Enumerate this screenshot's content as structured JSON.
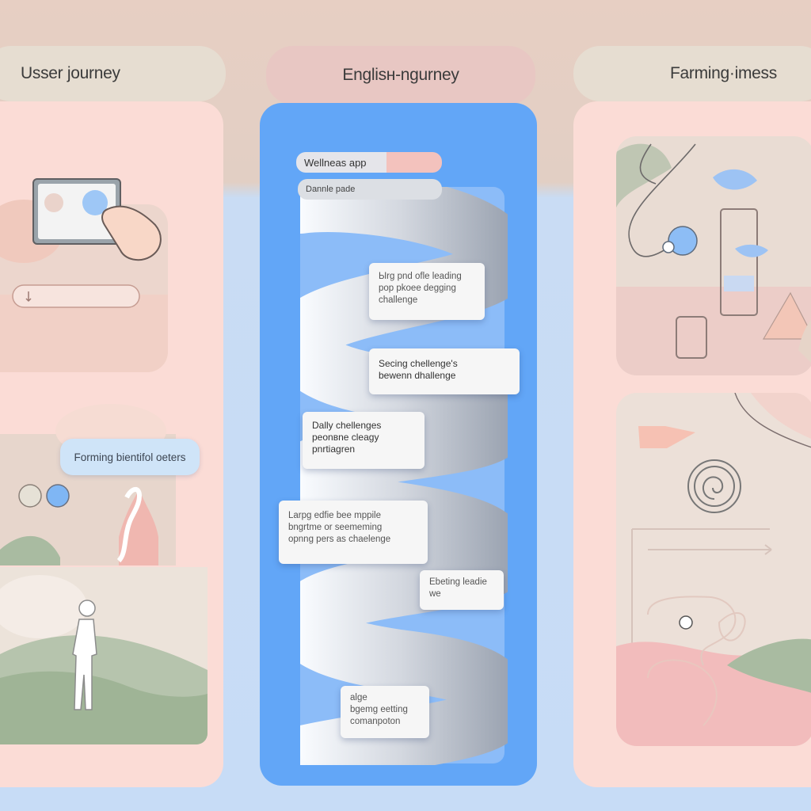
{
  "headers": {
    "left": "Usser journey",
    "center": "Englisн-ngurney",
    "right": "Farming·imess"
  },
  "center": {
    "tag_primary": "Wellnеаs app",
    "tag_secondary": "Dаnnle pаde",
    "cards": [
      "Ыrg pnd ofle leading\nрор pkoee degging\nсhallenge",
      "Secing chellenge's\nbewenn dhallenge",
      "Dally chellenges\nреоnвnе cleagy\npnrtiagren",
      "Lаrpg edfie bee mppile\nbngrtme or seememing\nоpnng pers as chaelenge",
      "Ebeting leadie\nwe",
      "alge\nbgemg eetting\nсоmanpoton"
    ]
  },
  "left": {
    "label_chip": "Forming bientifol oeters"
  },
  "colors": {
    "pink_panel": "#fbdcd6",
    "blue_panel": "#62a6f7",
    "accent_blue": "#8ec0f8",
    "sage": "#a9bba1",
    "peach": "#f3c3b5"
  }
}
